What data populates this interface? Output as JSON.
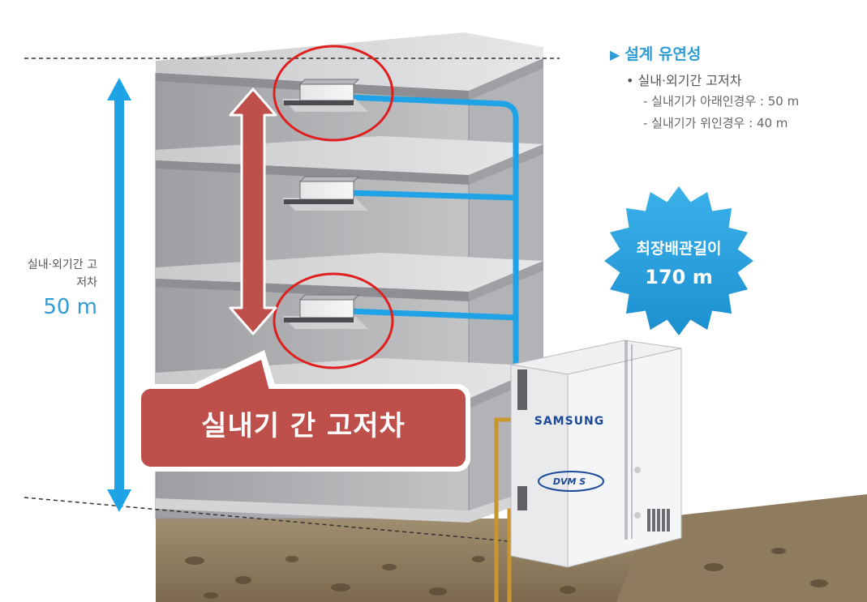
{
  "design": {
    "title": "설계 유연성",
    "subtitle": "• 실내·외기간 고저차",
    "line1": "- 실내기가 아래인경우 : 50 m",
    "line2": "- 실내기가 위인경우 : 40 m"
  },
  "height_difference": {
    "label": "실내·외기간 고저차",
    "value": "50 m"
  },
  "badge": {
    "line1": "최장배관길이",
    "line2": "170 m"
  },
  "callout": {
    "text": "실내기 간 고저차"
  },
  "outdoor_unit": {
    "brand": "SAMSUNG",
    "model": "DVM S"
  },
  "colors": {
    "accent_blue": "#1fa3e6",
    "callout_red": "#bf4f4a",
    "circle_red": "#e01e1e",
    "pipe_gold": "#c8952e"
  }
}
